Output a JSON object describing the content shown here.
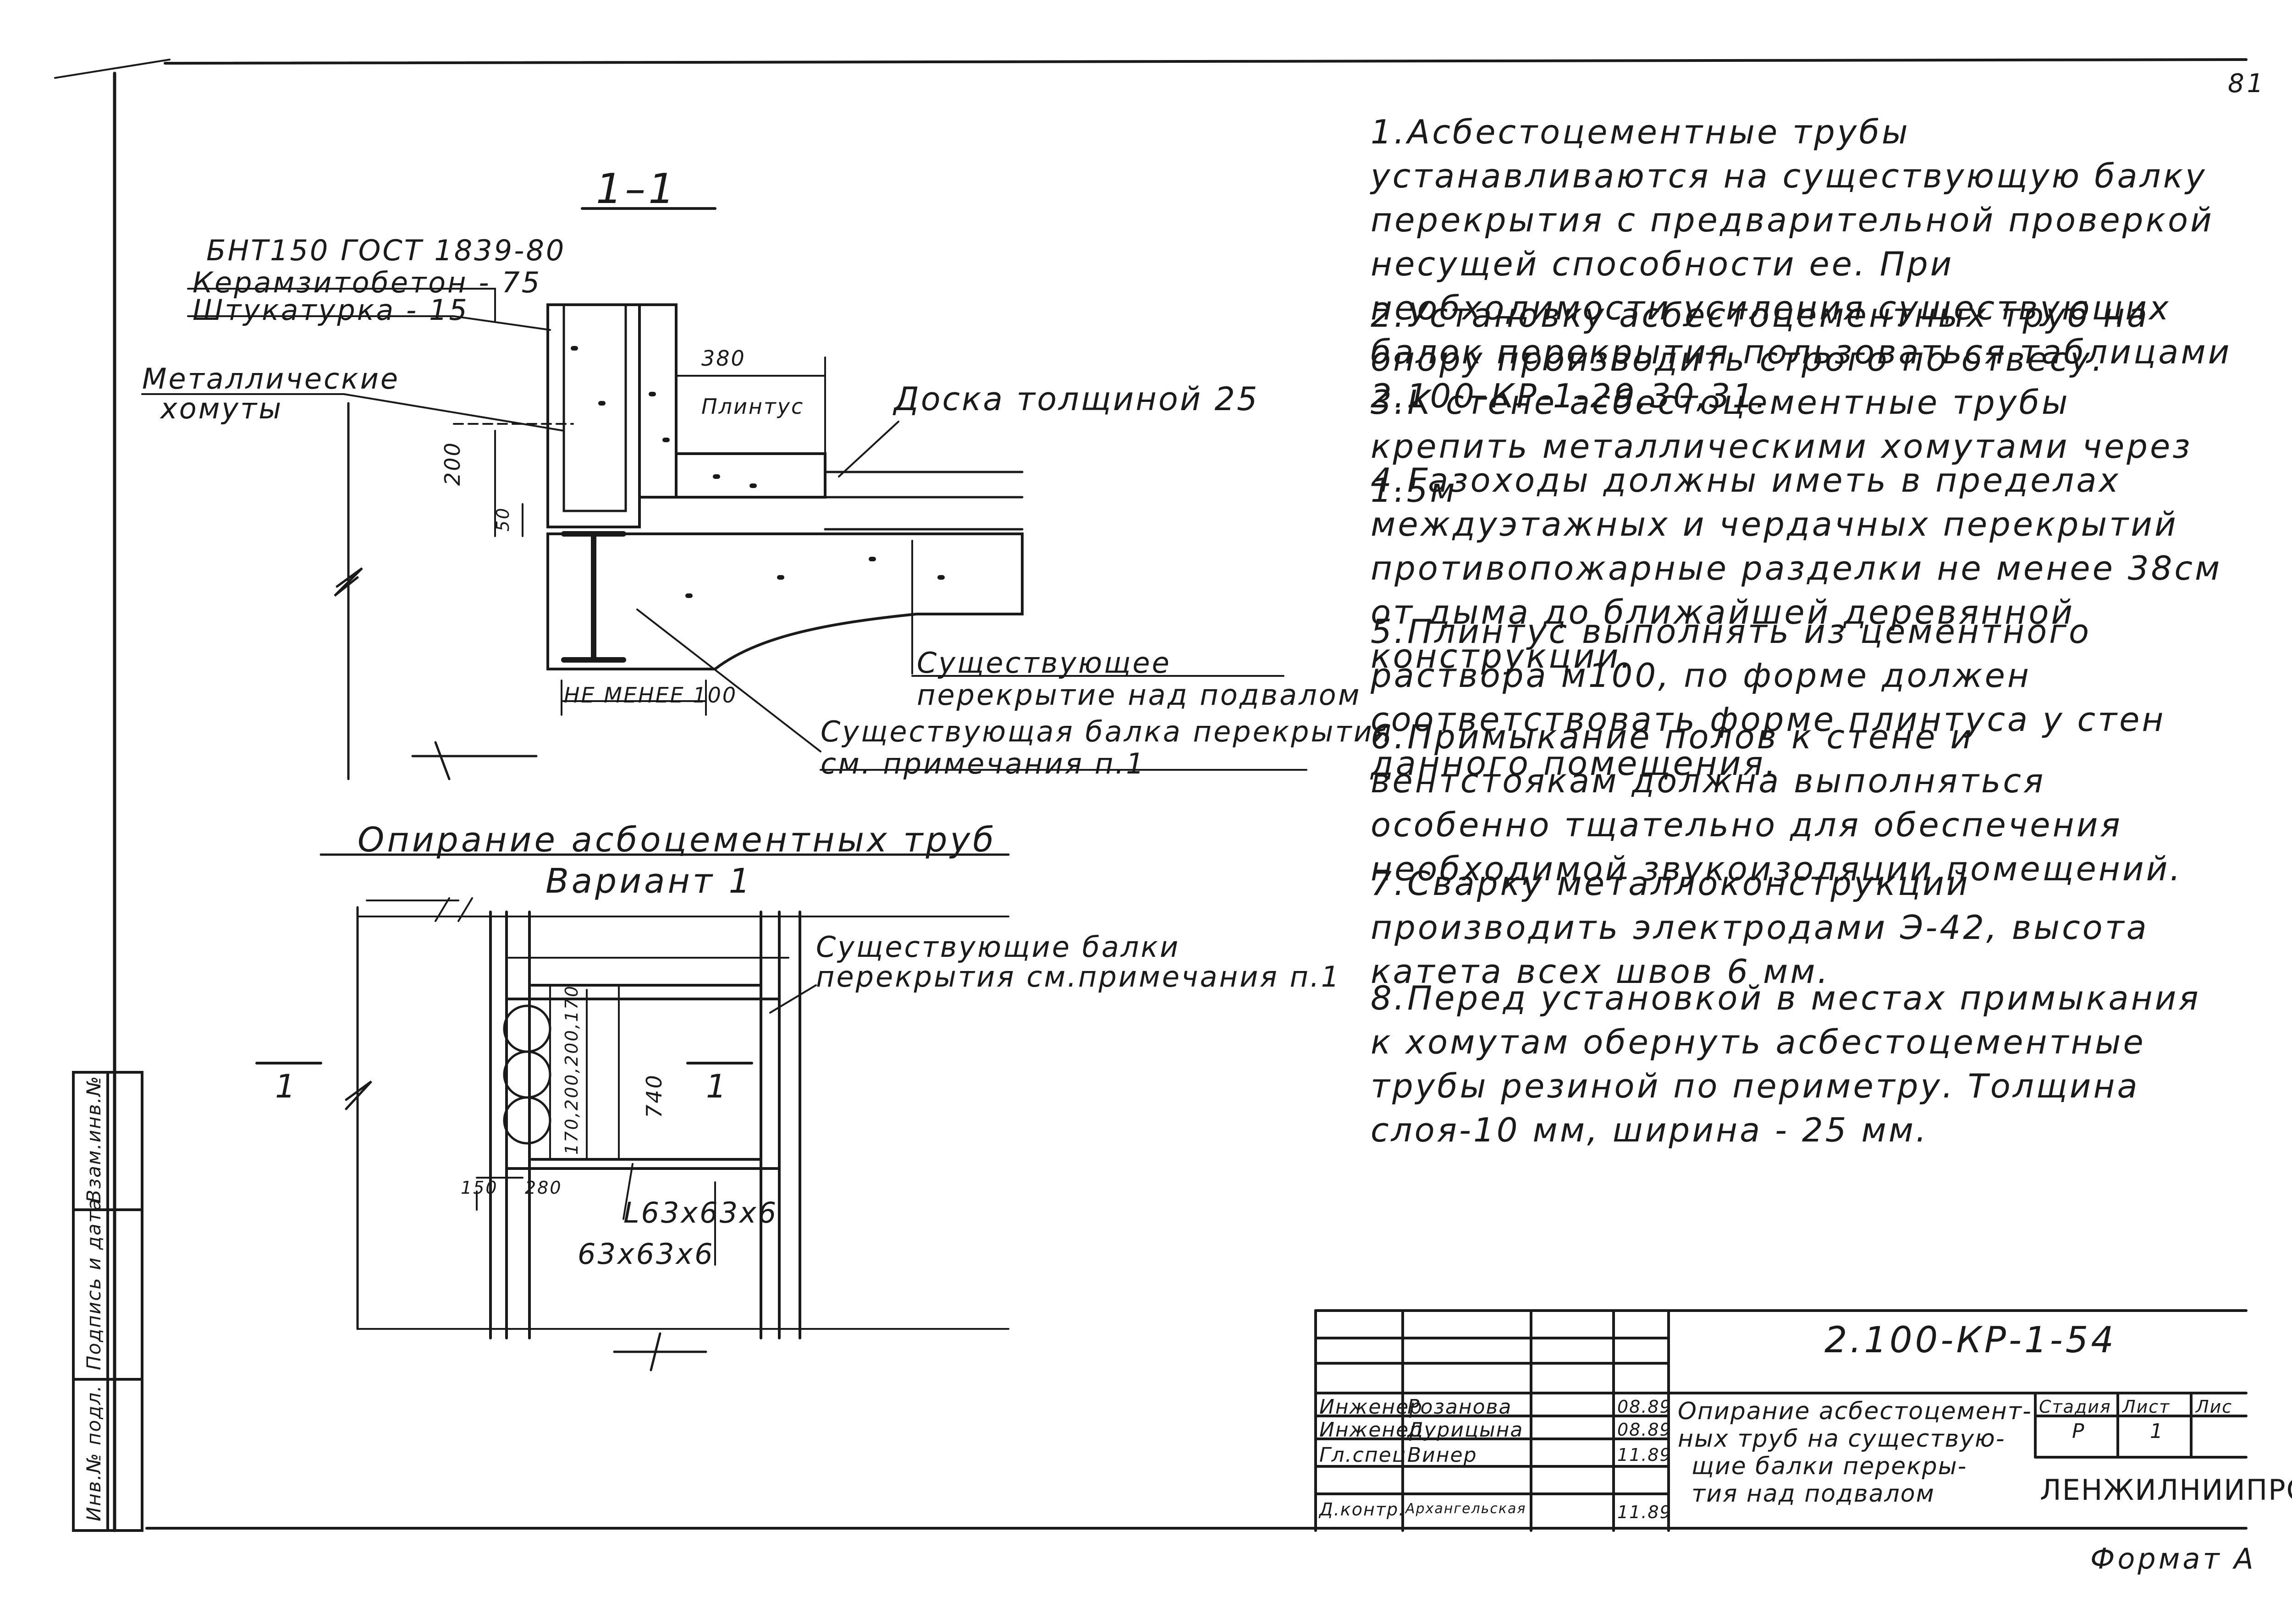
{
  "page_number": "81",
  "section_title": "1–1",
  "section1": {
    "layers": [
      "БНТ150 ГОСТ 1839-80",
      "Керамзитобетон - 75",
      "Штукатурка - 15"
    ],
    "clamps_label": [
      "Металлические",
      "хомуты"
    ],
    "dim_380": "380",
    "plinth_label": "Плинтус",
    "board_label": "Доска толщиной 25",
    "dim_200": "200",
    "dim_50": "50",
    "not_less": "НЕ МЕНЕЕ 100",
    "existing_slab": [
      "Существующее",
      "перекрытие над подвалом"
    ],
    "existing_beam": [
      "Существующая балка перекрытия",
      "см. примечания п.1"
    ]
  },
  "section2": {
    "title": "Опирание асбоцементных труб",
    "variant": "Вариант 1",
    "beams_label": [
      "Существующие балки",
      "перекрытия см.примечания п.1"
    ],
    "mark_left": "1",
    "mark_right": "1",
    "dim_740": "740",
    "dims_vertical": "170,200,200,170",
    "dim_150": "150",
    "dim_280": "280",
    "angle1": "L63x63x6",
    "angle2": "63x63x6"
  },
  "notes": [
    {
      "num": "1.",
      "text": "Асбестоцементные трубы устанавливаются на существующую балку перекрытия с предварительной проверкой несущей способности ее. При необходимости усиления существующих балок перекрытия пользоваться таблицами 2.100-КР-1-29,30,31."
    },
    {
      "num": "2.",
      "text": "Установку асбестоцементных труб на опору производить строго по отвесу."
    },
    {
      "num": "3.",
      "text": "К стене асбестоцементные трубы крепить металлическими хомутами через 1.5м"
    },
    {
      "num": "4.",
      "text": "Газоходы должны иметь в пределах междуэтажных и чердачных перекрытий противопожарные разделки не менее 38см от дыма до ближайшей деревянной конструкции."
    },
    {
      "num": "5.",
      "text": "Плинтус выполнять из цементного раствора м100, по форме должен соответствовать форме плинтуса у стен данного помещения."
    },
    {
      "num": "6.",
      "text": "Примыкание полов к стене и вентстоякам должна выполняться особенно тщательно для обеспечения необходимой звукоизоляции помещений."
    },
    {
      "num": "7.",
      "text": "Сварку металлоконструкций производить электродами Э-42, высота катета всех швов 6 мм."
    },
    {
      "num": "8.",
      "text": "Перед установкой в местах примыкания к хомутам обернуть асбестоцементные трубы резиной по периметру. Толщина слоя-10 мм, ширина - 25 мм."
    }
  ],
  "side_stamp": [
    "Инв.№ подл.",
    "Подпись и дата",
    "Взам.инв.№"
  ],
  "title_block": {
    "code": "2.100-КР-1-54",
    "rows": [
      {
        "role": "Инженер",
        "name": "Розанова",
        "date": "08.89"
      },
      {
        "role": "Инженер",
        "name": "Дурицына",
        "date": "08.89"
      },
      {
        "role": "Гл.спец.",
        "name": "Винер",
        "date": "11.89"
      },
      {
        "role": "Д.контр.",
        "name": "Архангельская",
        "date": "11.89"
      }
    ],
    "description": [
      "Опирание асбестоцемент-",
      "ных труб на существую-",
      "щие балки перекры-",
      "тия над подвалом"
    ],
    "stage_label": "Стадия",
    "sheet_label": "Лист",
    "sheets_label": "Лис",
    "stage": "Р",
    "sheet": "1",
    "org": "ЛЕНЖИЛНИИПРО"
  },
  "format_label": "Формат А"
}
